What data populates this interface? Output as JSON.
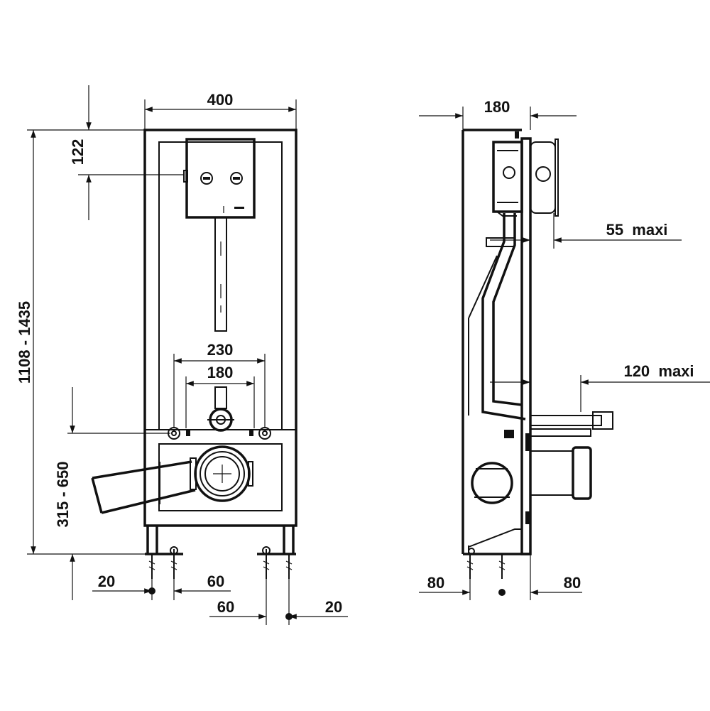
{
  "front_view": {
    "width_label": "400",
    "height_label": "1108 - 1435",
    "top_offset_label": "122",
    "outlet_height_label": "315 - 650",
    "bolt_spacing_outer_label": "230",
    "bolt_spacing_inner_label": "180",
    "foot_left_outer_label": "20",
    "foot_left_inner_label": "60",
    "foot_right_inner_label": "60",
    "foot_right_outer_label": "20"
  },
  "side_view": {
    "depth_label": "180",
    "plate_max_label": "55  maxi",
    "bolt_max_label": "120  maxi",
    "foot_left_label": "80",
    "foot_right_label": "80"
  }
}
